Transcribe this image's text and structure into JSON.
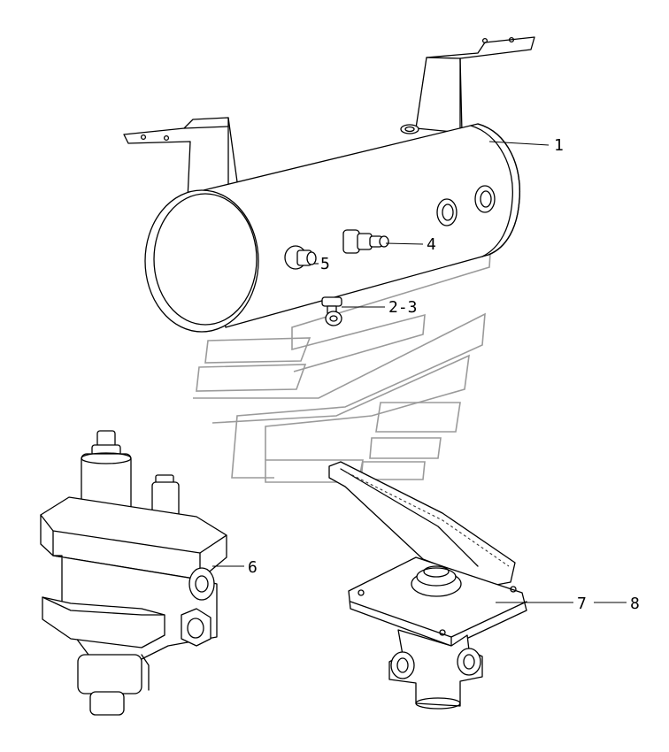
{
  "callouts": {
    "p1": "1",
    "p23": "2-3",
    "p4": "4",
    "p5": "5",
    "p6": "6",
    "p7": "7",
    "p8": "8"
  }
}
